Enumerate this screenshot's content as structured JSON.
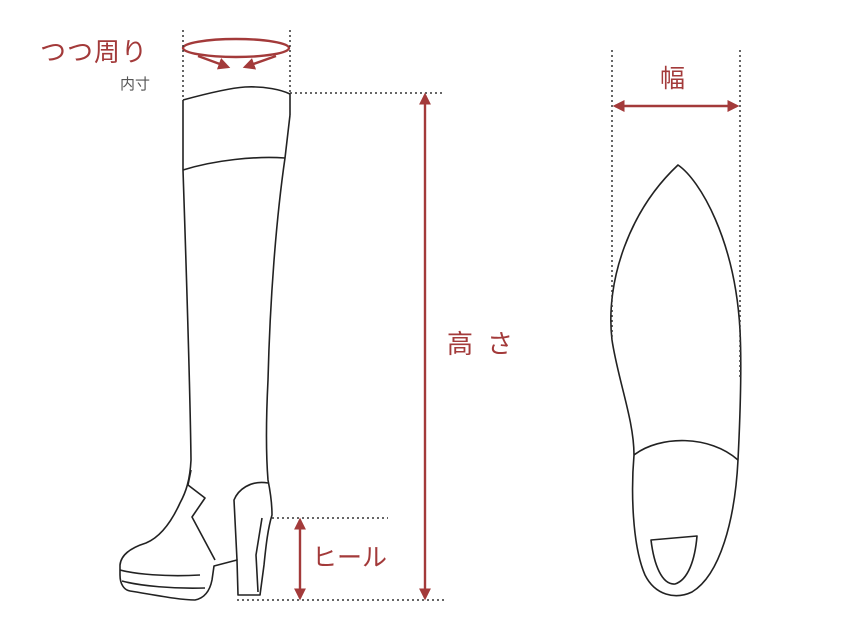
{
  "labels": {
    "circumference": "つつ周り",
    "inner_measure": "内寸",
    "height": "高さ",
    "heel": "ヒール",
    "width": "幅"
  },
  "colors": {
    "annotation": "#a33a3a",
    "outline": "#222222",
    "guide": "#333333",
    "secondary_text": "#555555"
  }
}
